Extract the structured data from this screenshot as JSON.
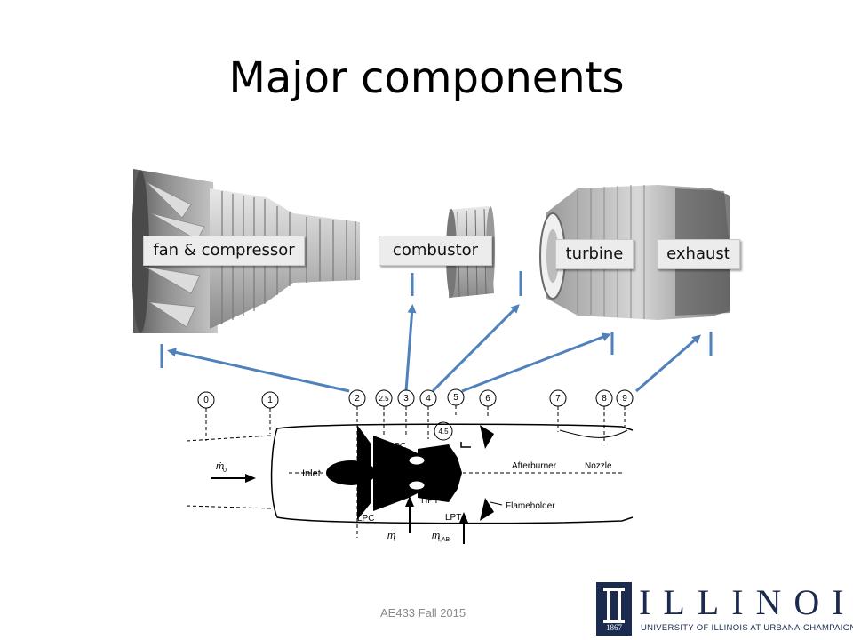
{
  "slide": {
    "title": "Major components",
    "footer": "AE433 Fall 2015"
  },
  "callouts": {
    "fan": "fan & compressor",
    "combustor": "combustor",
    "turbine": "turbine",
    "exhaust": "exhaust"
  },
  "stations": [
    "0",
    "1",
    "2",
    "2.5",
    "3",
    "4",
    "5",
    "6",
    "7",
    "8",
    "9",
    "4.5"
  ],
  "diagram_labels": {
    "inlet": "Inlet",
    "hpc": "HPC",
    "lpc": "LPC",
    "hpt": "HPT",
    "lpt": "LPT",
    "afterburner": "Afterburner",
    "nozzle": "Nozzle",
    "flameholder": "Flameholder",
    "m0": "ṁ",
    "m0_sub": "0",
    "mf": "ṁ",
    "mf_sub": "f",
    "mfab": "ṁ",
    "mfab_sub": "f,AB"
  },
  "logo": {
    "word": "ILLINOIS",
    "subtitle": "UNIVERSITY OF ILLINOIS AT URBANA-CHAMPAIGN",
    "year": "1867"
  },
  "colors": {
    "arrow": "#4f81bd",
    "brand_navy": "#1b2a4f",
    "label_bg": "#ececec"
  }
}
